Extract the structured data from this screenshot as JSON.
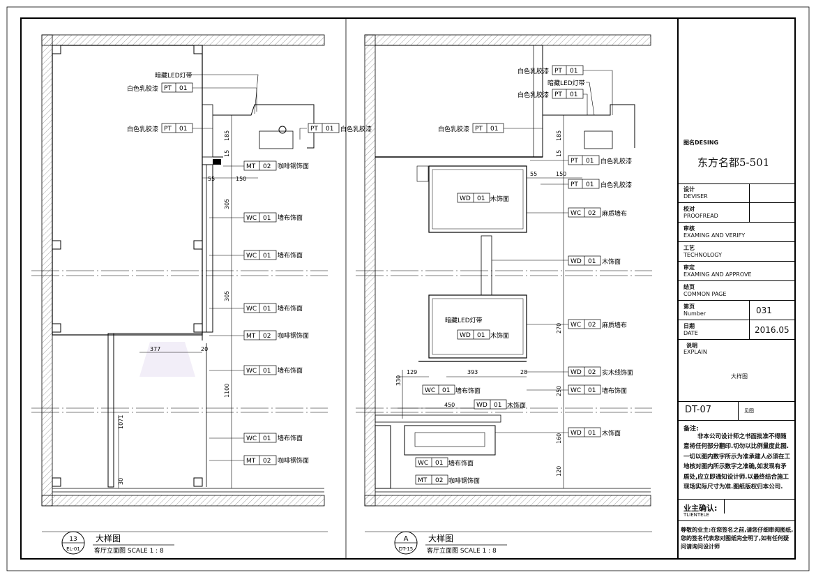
{
  "title_block": {
    "design_label": "图名DESING",
    "project_name": "东方名都5-501",
    "rows": [
      {
        "cn": "设计",
        "en": "DEVISER",
        "value": ""
      },
      {
        "cn": "校对",
        "en": "PROOFREAD",
        "value": ""
      },
      {
        "cn": "审核",
        "en": "EXAMING AND VERIFY",
        "value": ""
      },
      {
        "cn": "工艺",
        "en": "TECHNOLOGY",
        "value": ""
      },
      {
        "cn": "审定",
        "en": "EXAMING AND APPROVE",
        "value": ""
      },
      {
        "cn": "结页",
        "en": "COMMON PAGE",
        "value": ""
      },
      {
        "cn": "第页",
        "en": "Number",
        "value": "031"
      },
      {
        "cn": "日期",
        "en": "DATE",
        "value": "2016.05"
      }
    ],
    "explain_cn": "说明",
    "explain_en": "EXPLAIN",
    "explain_value": "大样图",
    "drawing_no": "DT-07",
    "drawing_no_note": "见图",
    "notes_title": "备注:",
    "notes_text": "非本公司设计师之书面批准不得随意将任何部分翻印.切勿以比例量度此图.一切以图内数字所示为准承建人必须在工地核对图内所示数字之准确,如发现有矛盾处,应立即通知设计师.以最终结合施工现场实际尺寸为准.图纸版权归本公司.",
    "client_cn": "业主确认:",
    "client_en": "TLIENTELE",
    "warning": "尊敬的业主:在您签名之前,请您仔细审阅图纸,您的签名代表您对图纸完全明了,如有任何疑问请询问设计师"
  },
  "left_drawing": {
    "bubble_top": "13",
    "bubble_bottom": "EL-01",
    "title": "大样图",
    "subtitle": "客厅立面图  SCALE 1 : 8",
    "dims": {
      "d185": "185",
      "d15": "15",
      "d55": "55",
      "d150": "150",
      "d305a": "305",
      "d305b": "305",
      "d377": "377",
      "d20": "20",
      "d1100": "1100",
      "d1071": "1071",
      "d30": "30"
    },
    "labels": [
      {
        "text": "暗藏LED灯带"
      },
      {
        "text": "白色乳胶漆",
        "code": "PT",
        "num": "01"
      },
      {
        "text": "白色乳胶漆",
        "code": "PT",
        "num": "01"
      },
      {
        "text": "白色乳胶漆",
        "code": "PT",
        "num": "01"
      },
      {
        "text": "咖啡钢饰面",
        "code": "MT",
        "num": "02"
      },
      {
        "text": "墙布饰面",
        "code": "WC",
        "num": "01"
      },
      {
        "text": "墙布饰面",
        "code": "WC",
        "num": "01"
      },
      {
        "text": "墙布饰面",
        "code": "WC",
        "num": "01"
      },
      {
        "text": "咖啡钢饰面",
        "code": "MT",
        "num": "02"
      },
      {
        "text": "墙布饰面",
        "code": "WC",
        "num": "01"
      },
      {
        "text": "墙布饰面",
        "code": "WC",
        "num": "01"
      },
      {
        "text": "咖啡钢饰面",
        "code": "MT",
        "num": "02"
      }
    ]
  },
  "right_drawing": {
    "bubble_top": "A",
    "bubble_bottom": "DT-15",
    "title": "大样图",
    "subtitle": "客厅立面图  SCALE 1 : 8",
    "dims": {
      "d185": "185",
      "d15": "15",
      "d55": "55",
      "d150": "150",
      "d270": "270",
      "d250": "250",
      "d160": "160",
      "d120": "120",
      "d129": "129",
      "d330": "330",
      "d393": "393",
      "d28": "28",
      "d450": "450"
    },
    "labels": [
      {
        "text": "白色乳胶漆",
        "code": "PT",
        "num": "01"
      },
      {
        "text": "暗藏LED灯带"
      },
      {
        "text": "白色乳胶漆",
        "code": "PT",
        "num": "01"
      },
      {
        "text": "白色乳胶漆",
        "code": "PT",
        "num": "01"
      },
      {
        "text": "白色乳胶漆",
        "code": "PT",
        "num": "01"
      },
      {
        "text": "白色乳胶漆",
        "code": "PT",
        "num": "01"
      },
      {
        "text": "木饰面",
        "code": "WD",
        "num": "01"
      },
      {
        "text": "麻质墙布",
        "code": "WC",
        "num": "02"
      },
      {
        "text": "木饰面",
        "code": "WD",
        "num": "01"
      },
      {
        "text": "暗藏LED灯带"
      },
      {
        "text": "木饰面",
        "code": "WD",
        "num": "01"
      },
      {
        "text": "麻质墙布",
        "code": "WC",
        "num": "02"
      },
      {
        "text": "实木线饰面",
        "code": "WD",
        "num": "02"
      },
      {
        "text": "墙布饰面",
        "code": "WC",
        "num": "01"
      },
      {
        "text": "墙布饰面",
        "code": "WC",
        "num": "01"
      },
      {
        "text": "木饰面",
        "code": "WD",
        "num": "01"
      },
      {
        "text": "木饰面",
        "code": "WD",
        "num": "01"
      },
      {
        "text": "墙布饰面",
        "code": "WC",
        "num": "01"
      },
      {
        "text": "咖啡钢饰面",
        "code": "MT",
        "num": "02"
      }
    ]
  }
}
